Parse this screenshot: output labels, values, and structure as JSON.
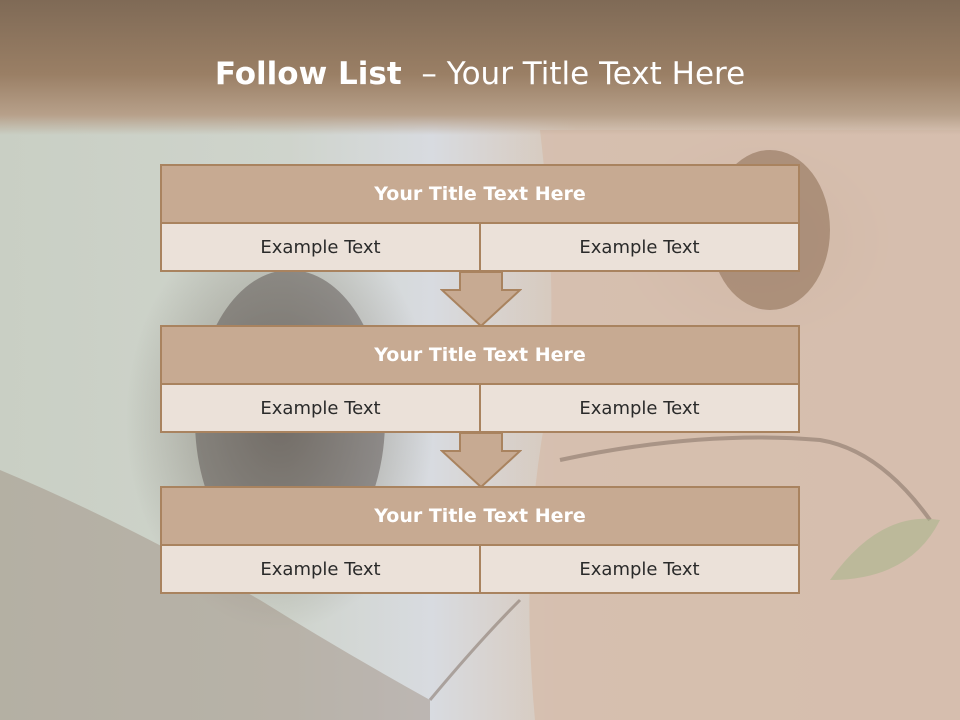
{
  "slide": {
    "title_bold": "Follow List",
    "title_rest": "– Your Title Text Here"
  },
  "blocks": [
    {
      "title": "Your Title Text Here",
      "left": "Example Text",
      "right": "Example Text"
    },
    {
      "title": "Your Title Text Here",
      "left": "Example Text",
      "right": "Example Text"
    },
    {
      "title": "Your Title Text Here",
      "left": "Example Text",
      "right": "Example Text"
    }
  ],
  "colors": {
    "header": "#8e7660",
    "block_title_fill": "#c7aa92",
    "cell_fill": "#ebe1d9",
    "border": "#a9835f"
  }
}
